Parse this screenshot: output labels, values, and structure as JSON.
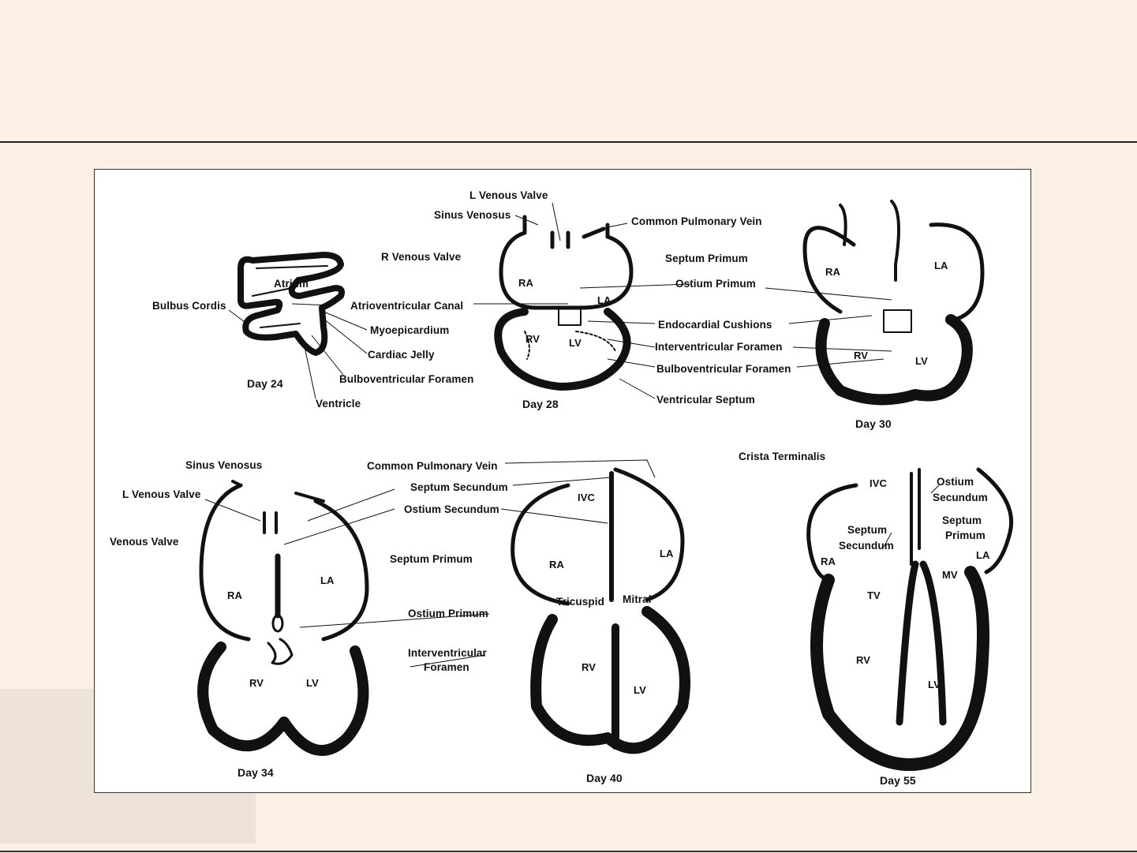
{
  "colors": {
    "background": "#fdf1e5",
    "panel": "#ffffff",
    "ink": "#111111",
    "block": "#ede3d8"
  },
  "labels": {
    "l_venous_valve_28": "L Venous Valve",
    "sinus_venosus_28": "Sinus Venosus",
    "common_pulmonary_vein_28": "Common Pulmonary Vein",
    "r_venous_valve": "R Venous Valve",
    "septum_primum_28": "Septum Primum",
    "ostium_primum_28": "Ostium Primum",
    "atrium": "Atrium",
    "bulbus_cordis": "Bulbus Cordis",
    "atrioventricular_canal": "Atrioventricular Canal",
    "myoepicardium": "Myoepicardium",
    "cardiac_jelly": "Cardiac Jelly",
    "bulboventricular_foramen_24": "Bulboventricular Foramen",
    "ventricle": "Ventricle",
    "endocardial_cushions": "Endocardial Cushions",
    "interventricular_foramen_28": "Interventricular Foramen",
    "bulboventricular_foramen_28": "Bulboventricular Foramen",
    "ventricular_septum": "Ventricular Septum",
    "sinus_venosus_34": "Sinus Venosus",
    "common_pulmonary_vein_34": "Common Pulmonary Vein",
    "l_venous_valve_34": "L Venous Valve",
    "septum_secundum_34": "Septum Secundum",
    "ostium_secundum_34": "Ostium Secundum",
    "venous_valve_34": "Venous Valve",
    "septum_primum_34": "Septum Primum",
    "ostium_primum_34": "Ostium Primum",
    "interventricular_34": "Interventricular",
    "foramen_34": "Foramen",
    "crista_terminalis": "Crista Terminalis",
    "tricuspid": "Tricuspid",
    "mitral": "Mitral",
    "ostium_55": "Ostium",
    "secundum_55": "Secundum",
    "septum_55a": "Septum",
    "primum_55": "Primum",
    "septum_55b": "Septum",
    "secundum_55b": "Secundum"
  },
  "chambers": {
    "ra": "RA",
    "la": "LA",
    "rv": "RV",
    "lv": "LV",
    "ivc": "IVC",
    "tv": "TV",
    "mv": "MV"
  },
  "days": {
    "d24": "Day 24",
    "d28": "Day 28",
    "d30": "Day 30",
    "d34": "Day 34",
    "d40": "Day 40",
    "d55": "Day 55"
  }
}
